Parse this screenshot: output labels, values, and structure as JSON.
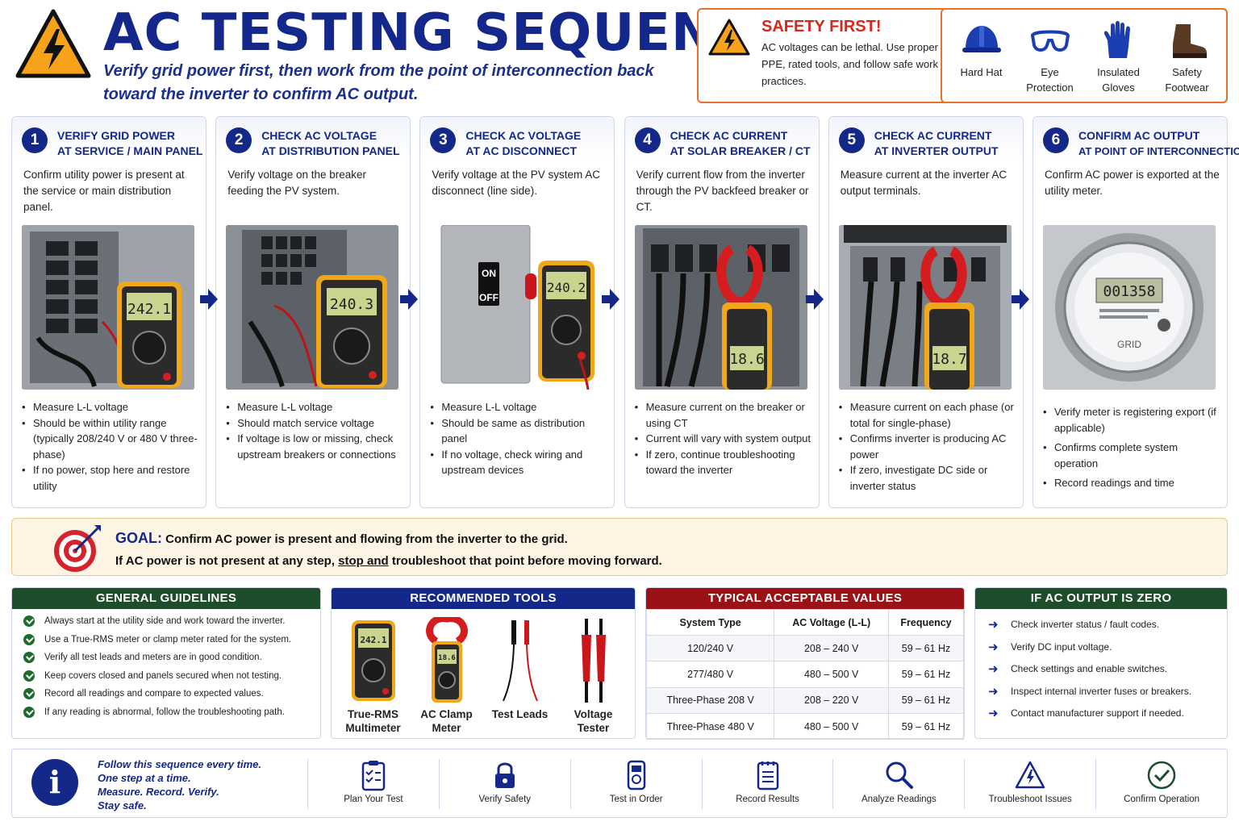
{
  "header": {
    "title": "AC TESTING SEQUENCE",
    "subtitle": "Verify grid power first, then work from the point of interconnection back toward the inverter to confirm AC output."
  },
  "safety": {
    "title": "SAFETY FIRST!",
    "text": "AC voltages can be lethal. Use proper PPE, rated tools, and follow safe work practices.",
    "ppe": [
      {
        "label": "Hard Hat",
        "icon": "hard-hat-icon"
      },
      {
        "label": "Eye Protection",
        "icon": "safety-glasses-icon"
      },
      {
        "label": "Insulated Gloves",
        "icon": "glove-icon"
      },
      {
        "label": "Safety Footwear",
        "icon": "boot-icon"
      }
    ]
  },
  "steps": [
    {
      "num": "1",
      "title1": "VERIFY GRID POWER",
      "title2": "AT SERVICE / MAIN PANEL",
      "desc": "Confirm utility power is present at the service or main distribution panel.",
      "reading": "242.1",
      "bullets": [
        "Measure L-L voltage",
        "Should be within utility range (typically 208/240 V or 480 V three-phase)",
        "If no power, stop here and restore utility"
      ]
    },
    {
      "num": "2",
      "title1": "CHECK AC VOLTAGE",
      "title2": "AT DISTRIBUTION PANEL",
      "desc": "Verify voltage on the breaker feeding the PV system.",
      "reading": "240.3",
      "bullets": [
        "Measure L-L voltage",
        "Should match service voltage",
        "If voltage is low or missing, check upstream breakers or connections"
      ]
    },
    {
      "num": "3",
      "title1": "CHECK AC VOLTAGE",
      "title2": "AT AC DISCONNECT",
      "desc": "Verify voltage at the PV system AC disconnect (line side).",
      "reading": "240.2",
      "on": "ON",
      "off": "OFF",
      "bullets": [
        "Measure L-L voltage",
        "Should be same as distribution panel",
        "If no voltage, check wiring and upstream devices"
      ]
    },
    {
      "num": "4",
      "title1": "CHECK AC CURRENT",
      "title2": "AT SOLAR BREAKER / CT",
      "desc": "Verify current flow from the inverter through the PV backfeed breaker or CT.",
      "reading": "18.6",
      "bullets": [
        "Measure current on the breaker or using CT",
        "Current will vary with system output",
        "If zero, continue troubleshooting toward the inverter"
      ]
    },
    {
      "num": "5",
      "title1": "CHECK AC CURRENT",
      "title2": "AT INVERTER OUTPUT",
      "desc": "Measure current at the inverter AC output terminals.",
      "reading": "18.7",
      "bullets": [
        "Measure current on each phase (or total for single-phase)",
        "Confirms inverter is producing AC power",
        "If zero, investigate DC side or inverter status"
      ]
    },
    {
      "num": "6",
      "title1": "CONFIRM AC OUTPUT",
      "title2": "AT POINT OF INTERCONNECTION",
      "desc": "Confirm AC power is exported at the utility meter.",
      "reading": "001358",
      "meter_label": "GRID",
      "bullets": [
        "Verify meter is registering export (if applicable)",
        "Confirms complete system operation",
        "Record readings and time"
      ]
    }
  ],
  "goal": {
    "label": "GOAL:",
    "line1": "Confirm AC power is present and flowing from the inverter to the grid.",
    "line2_a": "If AC power is not present at any step, ",
    "line2_u": "stop and",
    "line2_b": " troubleshoot that point before moving forward."
  },
  "guidelines": {
    "title": "GENERAL GUIDELINES",
    "items": [
      "Always start at the utility side and work toward the inverter.",
      "Use a True-RMS meter or clamp meter rated for the system.",
      "Verify all test leads and meters are in good condition.",
      "Keep covers closed and panels secured when not testing.",
      "Record all readings and compare to expected values.",
      "If any reading is abnormal, follow the troubleshooting path."
    ]
  },
  "tools": {
    "title": "RECOMMENDED TOOLS",
    "items": [
      {
        "label": "True-RMS Multimeter",
        "reading": "242.1"
      },
      {
        "label": "AC Clamp Meter",
        "reading": "18.6"
      },
      {
        "label": "Test Leads"
      },
      {
        "label": "Voltage Tester"
      }
    ]
  },
  "values": {
    "title": "TYPICAL ACCEPTABLE VALUES",
    "headers": [
      "System Type",
      "AC Voltage (L-L)",
      "Frequency"
    ],
    "rows": [
      [
        "120/240 V",
        "208 – 240 V",
        "59 – 61 Hz"
      ],
      [
        "277/480 V",
        "480 – 500 V",
        "59 – 61 Hz"
      ],
      [
        "Three-Phase 208 V",
        "208 – 220 V",
        "59 – 61 Hz"
      ],
      [
        "Three-Phase 480 V",
        "480 – 500 V",
        "59 – 61 Hz"
      ]
    ]
  },
  "zero": {
    "title": "IF AC OUTPUT IS ZERO",
    "items": [
      "Check inverter status / fault codes.",
      "Verify DC input voltage.",
      "Check settings and enable switches.",
      "Inspect internal inverter fuses or breakers.",
      "Contact manufacturer support if needed."
    ]
  },
  "footer": {
    "lines": [
      "Follow this sequence every time.",
      "One step at a time.",
      "Measure. Record. Verify.",
      "Stay safe."
    ],
    "items": [
      {
        "label": "Plan Your Test",
        "icon": "clipboard-checklist-icon"
      },
      {
        "label": "Verify Safety",
        "icon": "padlock-icon"
      },
      {
        "label": "Test in Order",
        "icon": "meter-icon"
      },
      {
        "label": "Record Results",
        "icon": "notepad-icon"
      },
      {
        "label": "Analyze Readings",
        "icon": "magnifier-icon"
      },
      {
        "label": "Troubleshoot Issues",
        "icon": "warning-icon"
      },
      {
        "label": "Confirm Operation",
        "icon": "check-circle-icon"
      }
    ]
  },
  "colors": {
    "navy": "#13288a",
    "orange": "#e8742a",
    "red": "#d8281c",
    "green": "#1e4d2b",
    "darkred": "#9b1216",
    "blue": "#14288a"
  }
}
